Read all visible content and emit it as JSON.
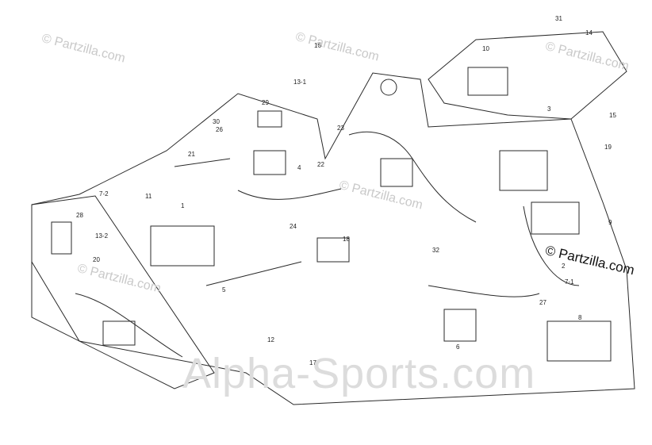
{
  "watermarks": {
    "small": [
      "© Partzilla.com",
      "© Partzilla.com",
      "© Partzilla.com",
      "© Partzilla.com",
      "© Partzilla.com"
    ],
    "corner": "© Partzilla.com",
    "footer": "Alpha-Sports.com"
  },
  "callouts": [
    "1",
    "2",
    "3",
    "4",
    "5",
    "6",
    "7-1",
    "7-2",
    "8",
    "9",
    "10",
    "11",
    "12",
    "13-1",
    "13-2",
    "14",
    "15",
    "16",
    "17",
    "18",
    "19",
    "20",
    "21",
    "22",
    "23",
    "24",
    "26",
    "27",
    "28",
    "29",
    "30",
    "31",
    "32"
  ],
  "colors": {
    "line": "#2a2a2a",
    "watermark": "#c9c9c9",
    "background": "#ffffff"
  }
}
